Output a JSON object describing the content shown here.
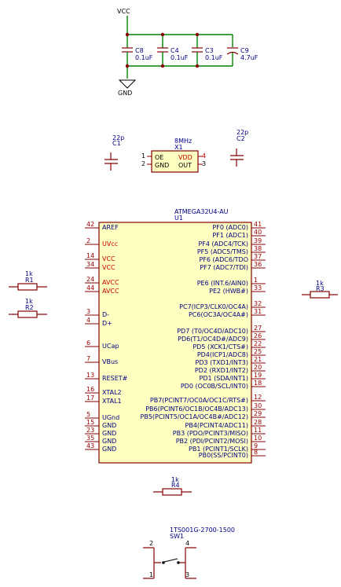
{
  "power": {
    "vcc_label": "VCC",
    "gnd_label": "GND"
  },
  "capacitors": [
    {
      "ref": "C8",
      "value": "0.1uF"
    },
    {
      "ref": "C4",
      "value": "0.1uF"
    },
    {
      "ref": "C3",
      "value": "0.1uF"
    },
    {
      "ref": "C9",
      "value": "4.7uF"
    }
  ],
  "load_caps": [
    {
      "ref": "C1",
      "value": "22p"
    },
    {
      "ref": "C2",
      "value": "22p"
    }
  ],
  "crystal": {
    "ref": "X1",
    "value": "8MHz",
    "pins": [
      {
        "num": "1",
        "name": "OE"
      },
      {
        "num": "2",
        "name": "GND"
      },
      {
        "num": "4",
        "name": "VDD"
      },
      {
        "num": "3",
        "name": "OUT"
      }
    ]
  },
  "mcu": {
    "part": "ATMEGA32U4-AU",
    "ref": "U1",
    "left_pins": [
      {
        "num": "42",
        "name": "AREF",
        "power": false
      },
      {
        "num": "2",
        "name": "UVcc",
        "power": true
      },
      {
        "num": "14",
        "name": "VCC",
        "power": true
      },
      {
        "num": "34",
        "name": "VCC",
        "power": true
      },
      {
        "num": "24",
        "name": "AVCC",
        "power": true
      },
      {
        "num": "44",
        "name": "AVCC",
        "power": true
      },
      {
        "num": "3",
        "name": "D-",
        "power": false
      },
      {
        "num": "4",
        "name": "D+",
        "power": false
      },
      {
        "num": "6",
        "name": "UCap",
        "power": false
      },
      {
        "num": "7",
        "name": "VBus",
        "power": false
      },
      {
        "num": "13",
        "name": "RESET#",
        "power": false
      },
      {
        "num": "16",
        "name": "XTAL2",
        "power": false
      },
      {
        "num": "17",
        "name": "XTAL1",
        "power": false
      },
      {
        "num": "5",
        "name": "UGnd",
        "power": false
      },
      {
        "num": "15",
        "name": "GND",
        "power": false
      },
      {
        "num": "23",
        "name": "GND",
        "power": false
      },
      {
        "num": "35",
        "name": "GND",
        "power": false
      },
      {
        "num": "43",
        "name": "GND",
        "power": false
      }
    ],
    "right_pins": [
      {
        "num": "41",
        "name": "PF0 (ADC0)"
      },
      {
        "num": "40",
        "name": "PF1 (ADC1)"
      },
      {
        "num": "39",
        "name": "PF4 (ADC4/TCK)"
      },
      {
        "num": "38",
        "name": "PF5 (ADC5/TMS)"
      },
      {
        "num": "37",
        "name": "PF6 (ADC6/TDO"
      },
      {
        "num": "36",
        "name": "PF7 (ADC7/TDI)"
      },
      {
        "num": "1",
        "name": "PE6 (INT.6/AIN0)"
      },
      {
        "num": "33",
        "name": "PE2 (HWB#)"
      },
      {
        "num": "32",
        "name": "PC7(ICP3/CLK0/OC4A)"
      },
      {
        "num": "31",
        "name": "PC6(OC3A/OC4A#)"
      },
      {
        "num": "27",
        "name": "PD7 (T0/OC4D/ADC10)"
      },
      {
        "num": "26",
        "name": "PD6(T1/OC4D#/ADC9)"
      },
      {
        "num": "22",
        "name": "PD5 (XCK1/CTS#)"
      },
      {
        "num": "25",
        "name": "PD4(ICP1/ADC8)"
      },
      {
        "num": "21",
        "name": "PD3 (TXD1/INT3)"
      },
      {
        "num": "20",
        "name": "PD2 (RXD1/INT2)"
      },
      {
        "num": "19",
        "name": "PD1 (SDA/INT1)"
      },
      {
        "num": "18",
        "name": "PD0 (OC0B/SCL/INT0)"
      },
      {
        "num": "12",
        "name": "PB7(PCINT7/OC0A/OC1C/RTS#)"
      },
      {
        "num": "30",
        "name": "PB6(PCINT6/OC1B/OC4B/ADC13)"
      },
      {
        "num": "29",
        "name": "PB5(PCINT5/OC1A/OC4B#/ADC12)"
      },
      {
        "num": "28",
        "name": "PB4(PCINT4/ADC11)"
      },
      {
        "num": "11",
        "name": "PB3 (PDO/PCINT3/MISO)"
      },
      {
        "num": "10",
        "name": "PB2 (PDI/PCINT2/MOSI)"
      },
      {
        "num": "9",
        "name": "PB1 (PCINT1/SCLK)"
      },
      {
        "num": "8",
        "name": "PB0(SS/PCINT0)"
      }
    ]
  },
  "resistors": [
    {
      "ref": "R1",
      "value": "1k"
    },
    {
      "ref": "R2",
      "value": "1k"
    },
    {
      "ref": "R3",
      "value": "1k"
    },
    {
      "ref": "R4",
      "value": "1k"
    }
  ],
  "switch": {
    "ref": "SW1",
    "part": "1TS001G-2700-1500",
    "pins": [
      "2",
      "4",
      "1",
      "3"
    ]
  }
}
